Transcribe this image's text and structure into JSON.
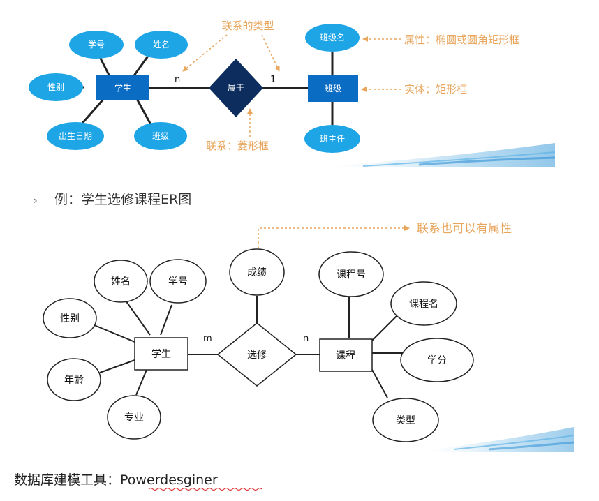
{
  "diagram1": {
    "entities": {
      "student": "学生",
      "class": "班级"
    },
    "relationship": "属于",
    "attributes": {
      "student_id": "学号",
      "name": "姓名",
      "gender": "性别",
      "birth_date": "出生日期",
      "student_class": "班级",
      "class_name": "班级名",
      "head_teacher": "班主任"
    },
    "cardinality": {
      "student_side": "n",
      "class_side": "1"
    },
    "annotations": {
      "relation_type": "联系的类型",
      "relation_shape": "联系：菱形框",
      "attribute_shape": "属性：椭圆或圆角矩形框",
      "entity_shape": "实体：矩形框"
    }
  },
  "heading": {
    "bullet": "›",
    "text": "例：学生选修课程ER图"
  },
  "diagram2": {
    "entities": {
      "student": "学生",
      "course": "课程"
    },
    "relationship": "选修",
    "relationship_attribute": "成绩",
    "student_attributes": {
      "name": "姓名",
      "student_id": "学号",
      "gender": "性别",
      "age": "年龄",
      "major": "专业"
    },
    "course_attributes": {
      "course_id": "课程号",
      "course_name": "课程名",
      "credit": "学分",
      "type": "类型"
    },
    "cardinality": {
      "student_side": "m",
      "course_side": "n"
    },
    "annotation": "联系也可以有属性"
  },
  "footer": {
    "label": "数据库建模工具：",
    "tool": "Powerdesginer"
  },
  "colors": {
    "ellipse_fill": "#1ea5e6",
    "entity_fill": "#0b6cc4",
    "diamond_fill": "#0c2d5e",
    "annotation": "#e8a55c"
  }
}
